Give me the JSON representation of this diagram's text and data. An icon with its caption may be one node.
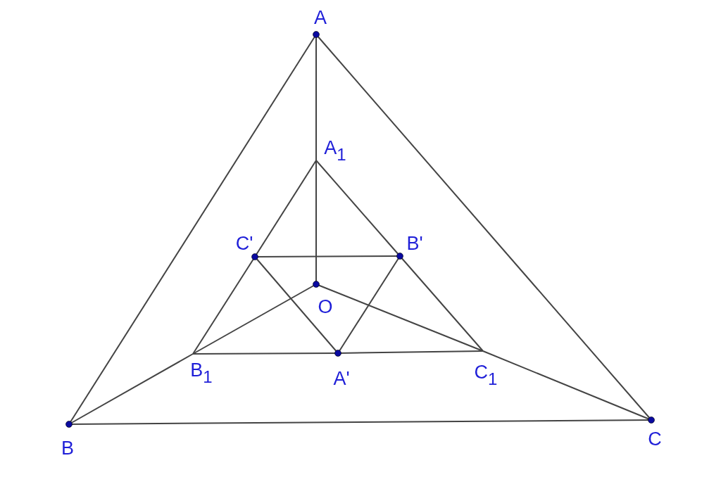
{
  "diagram": {
    "nodes": [
      {
        "text": [
          "A"
        ]
      },
      {
        "text": [
          "A$_{1}$"
        ]
      },
      {
        "text": [
          "C'"
        ]
      },
      {
        "text": [
          "B'"
        ]
      },
      {
        "text": [
          "O"
        ]
      },
      {
        "text": [
          "B$_{1}$"
        ]
      },
      {
        "text": [
          "A'"
        ]
      },
      {
        "text": [
          "C$_{1}$"
        ]
      },
      {
        "text": [
          "B"
        ]
      },
      {
        "text": [
          "C"
        ]
      }
    ],
    "edges": [
      {
        "from": 0,
        "to": 8,
        "arrow": "none"
      },
      {
        "from": 0,
        "to": 9,
        "arrow": "none"
      },
      {
        "from": 8,
        "to": 9,
        "arrow": "none"
      },
      {
        "from": 0,
        "to": 1,
        "arrow": "none"
      },
      {
        "from": 1,
        "to": 4,
        "arrow": "none"
      },
      {
        "from": 8,
        "to": 5,
        "arrow": "none"
      },
      {
        "from": 5,
        "to": 4,
        "arrow": "none"
      },
      {
        "from": 9,
        "to": 7,
        "arrow": "none"
      },
      {
        "from": 7,
        "to": 4,
        "arrow": "none"
      },
      {
        "from": 1,
        "to": 2,
        "arrow": "none"
      },
      {
        "from": 2,
        "to": 5,
        "arrow": "none"
      },
      {
        "from": 1,
        "to": 3,
        "arrow": "none"
      },
      {
        "from": 3,
        "to": 7,
        "arrow": "none"
      },
      {
        "from": 5,
        "to": 6,
        "arrow": "none"
      },
      {
        "from": 6,
        "to": 7,
        "arrow": "none"
      },
      {
        "from": 2,
        "to": 3,
        "arrow": "none"
      },
      {
        "from": 2,
        "to": 6,
        "arrow": "none"
      },
      {
        "from": 3,
        "to": 6,
        "arrow": "none"
      }
    ]
  }
}
